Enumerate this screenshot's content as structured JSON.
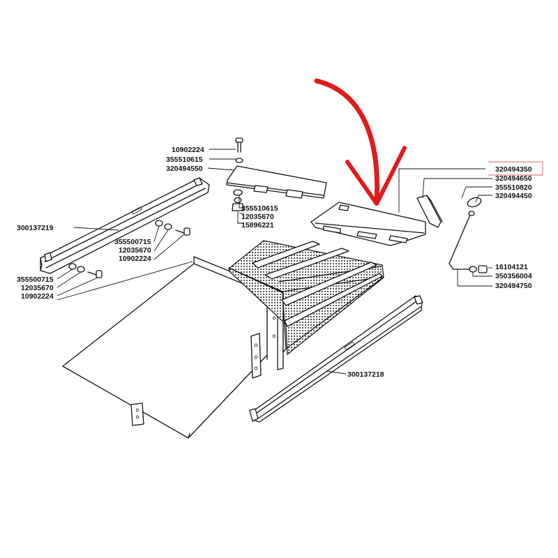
{
  "labels": [
    {
      "id": "l-10902224-top",
      "text": "10902224"
    },
    {
      "id": "l-355510615-top",
      "text": "355510615"
    },
    {
      "id": "l-320494550",
      "text": "320494550"
    },
    {
      "id": "l-355510615-mid",
      "text": "355510615"
    },
    {
      "id": "l-12035670-mid",
      "text": "12035670"
    },
    {
      "id": "l-15896221",
      "text": "15896221"
    },
    {
      "id": "l-300137219",
      "text": "300137219"
    },
    {
      "id": "l-355500715-a",
      "text": "355500715"
    },
    {
      "id": "l-12035670-a",
      "text": "12035670"
    },
    {
      "id": "l-10902224-a",
      "text": "10902224"
    },
    {
      "id": "l-355500715-b",
      "text": "355500715"
    },
    {
      "id": "l-12035670-b",
      "text": "12035670"
    },
    {
      "id": "l-10902224-b",
      "text": "10902224"
    },
    {
      "id": "l-320494350",
      "text": "320494350"
    },
    {
      "id": "l-320494650",
      "text": "320494650"
    },
    {
      "id": "l-355510820",
      "text": "355510820"
    },
    {
      "id": "l-320494450",
      "text": "320494450"
    },
    {
      "id": "l-16104121",
      "text": "16104121"
    },
    {
      "id": "l-350356004",
      "text": "350356004"
    },
    {
      "id": "l-320494750",
      "text": "320494750"
    },
    {
      "id": "l-300137218",
      "text": "300137218"
    }
  ],
  "colors": {
    "ink": "#111111",
    "arrow": "#e01b1b",
    "highlight": "#e05a5a",
    "background": "#ffffff"
  },
  "highlight": {
    "label_id": "l-320494350"
  },
  "arrow": {
    "points_to": "part-320494350"
  }
}
